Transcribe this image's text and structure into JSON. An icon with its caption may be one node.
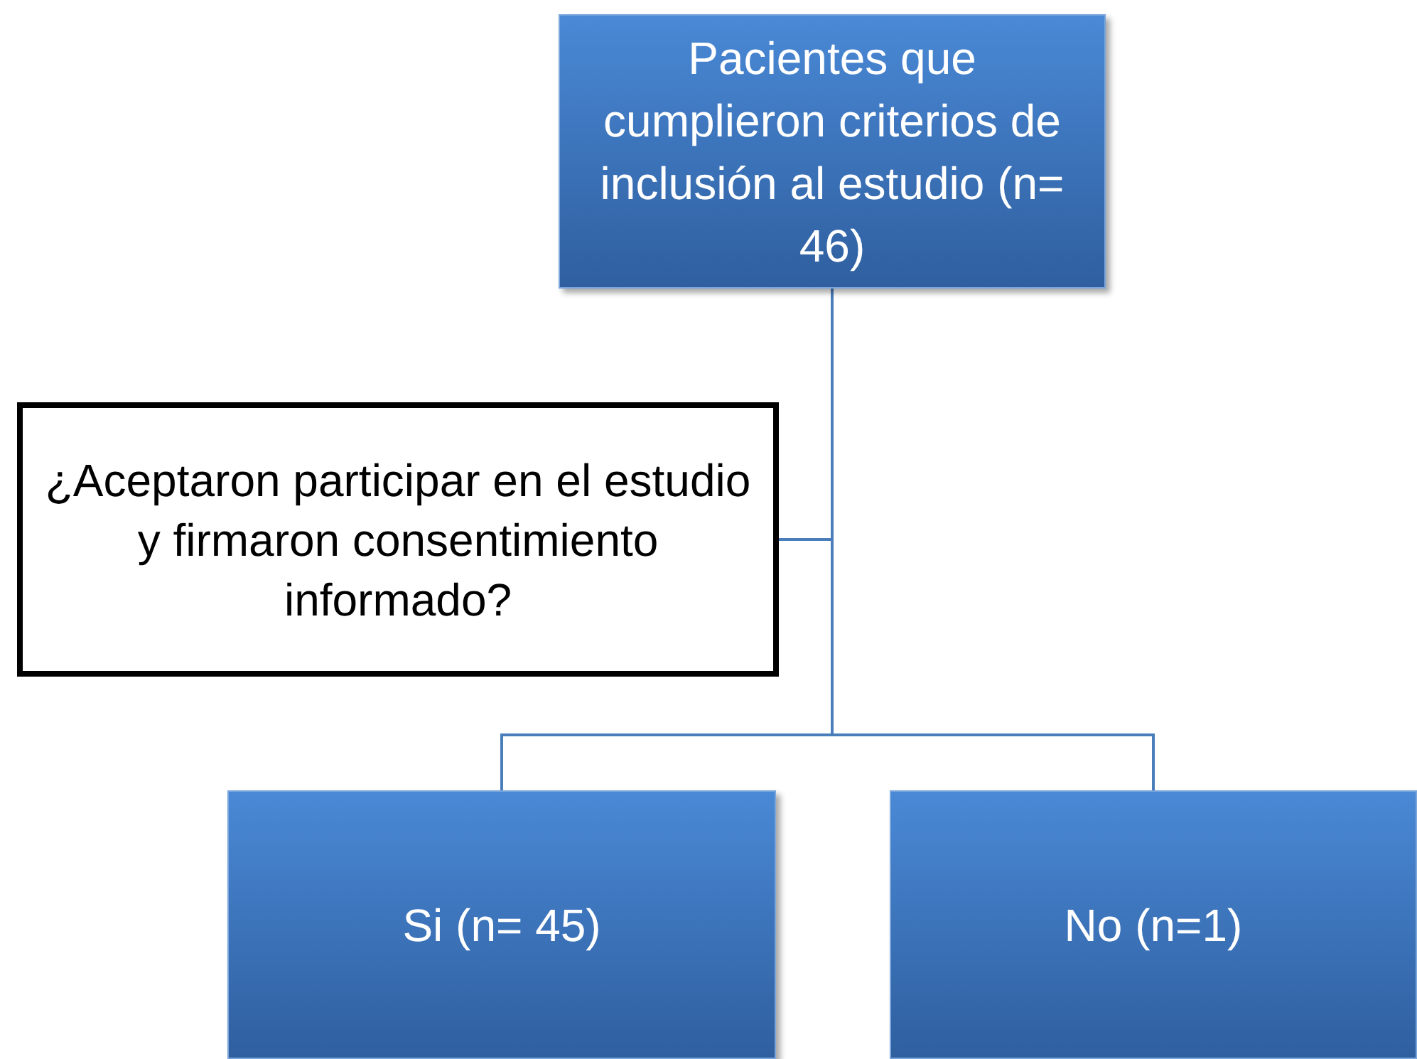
{
  "diagram": {
    "nodes": [
      {
        "text": [
          "Pacientes que cumplieron criterios de inclusión al estudio (n= 46)"
        ]
      },
      {
        "text": [
          "¿Aceptaron participar en el estudio y firmaron consentimiento informado?"
        ]
      },
      {
        "text": [
          "Si (n= 45)"
        ]
      },
      {
        "text": [
          "No (n=1)"
        ]
      }
    ],
    "edges": [
      {
        "from": 0,
        "to": 2,
        "arrow": "none"
      },
      {
        "from": 0,
        "to": 3,
        "arrow": "none"
      },
      {
        "from": 1,
        "to": null,
        "arrow": "none"
      }
    ]
  }
}
